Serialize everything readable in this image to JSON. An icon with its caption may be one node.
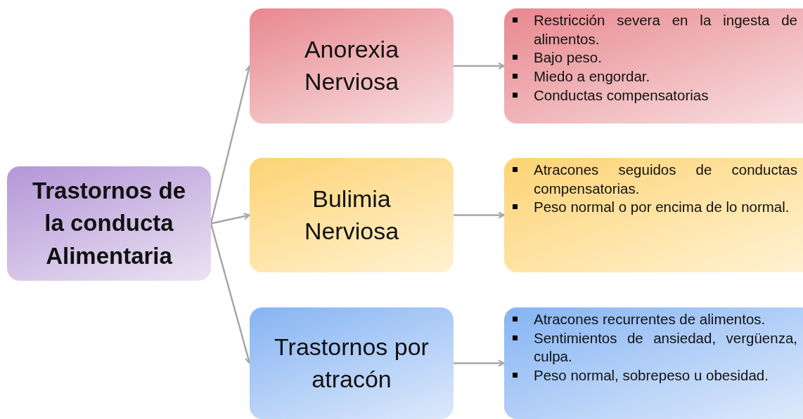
{
  "diagram": {
    "nodes": [
      {
        "text": [
          "Trastornos de la conducta Alimentaria"
        ]
      },
      {
        "text": [
          "Anorexia Nerviosa"
        ]
      },
      {
        "text": [
          "Bulimia Nerviosa"
        ]
      },
      {
        "text": [
          "Trastornos por atracón"
        ]
      },
      {
        "text": [
          "Restricción severa en la ingesta de alimentos.",
          "Bajo peso.",
          "Miedo a engordar.",
          "Conductas compensatorias"
        ]
      },
      {
        "text": [
          "Atracones seguidos de conductas compensatorias.",
          "Peso normal o por encima de lo normal."
        ]
      },
      {
        "text": [
          "Atracones recurrentes de alimentos.",
          "Sentimientos de ansiedad, vergüenza, culpa.",
          "Peso normal, sobrepeso u obesidad."
        ]
      }
    ],
    "edges": [
      {
        "from": 0,
        "to": 1,
        "arrow": "to"
      },
      {
        "from": 0,
        "to": 2,
        "arrow": "to"
      },
      {
        "from": 0,
        "to": 3,
        "arrow": "to"
      },
      {
        "from": 1,
        "to": 4,
        "arrow": "to"
      },
      {
        "from": 2,
        "to": 5,
        "arrow": "to"
      },
      {
        "from": 3,
        "to": 6,
        "arrow": "to"
      }
    ]
  }
}
